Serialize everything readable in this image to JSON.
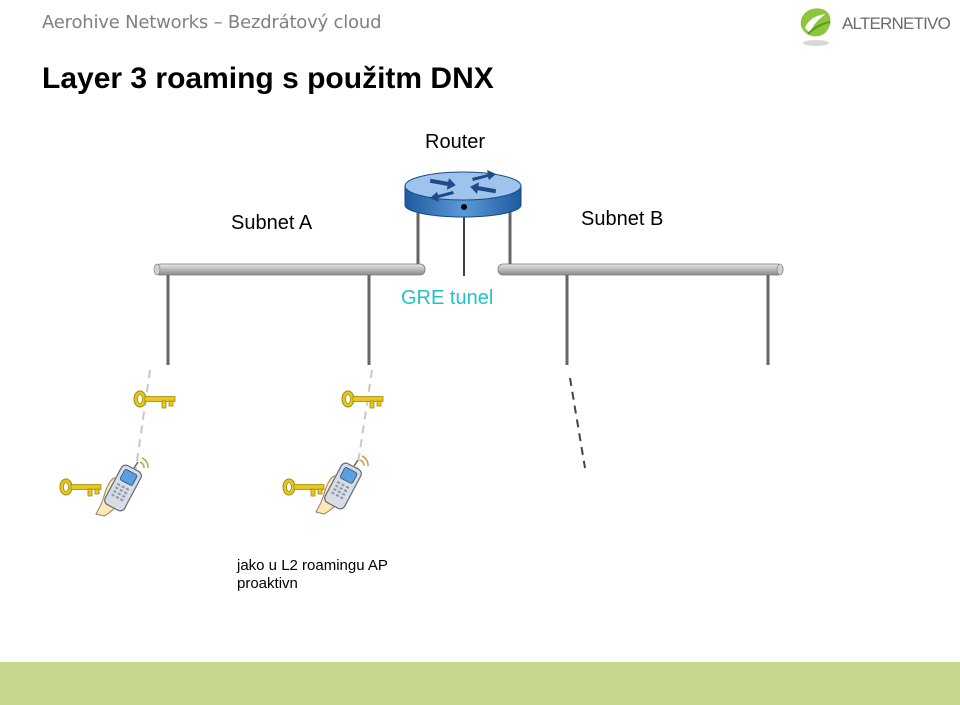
{
  "header": {
    "subtitle": "Aerohive Networks – Bezdrátový cloud",
    "title": "Layer 3 roaming s použitm DNX"
  },
  "logo": {
    "text": "ALTERNETIVO",
    "icon": "alternetivo-leaf-icon"
  },
  "diagram": {
    "router_label": "Router",
    "subnet_a_label": "Subnet A",
    "subnet_b_label": "Subnet B",
    "tunnel_label": "GRE tunel",
    "note_lines": [
      "jako u L2 roamingu AP",
      "proaktivn"
    ],
    "icons": [
      "router-icon",
      "key-icon",
      "mobile-phone-icon"
    ]
  },
  "colors": {
    "tunnel": "#22c3c8",
    "footer": "#c5d78a",
    "key": "#e8c820",
    "router": "#4a86c8"
  }
}
